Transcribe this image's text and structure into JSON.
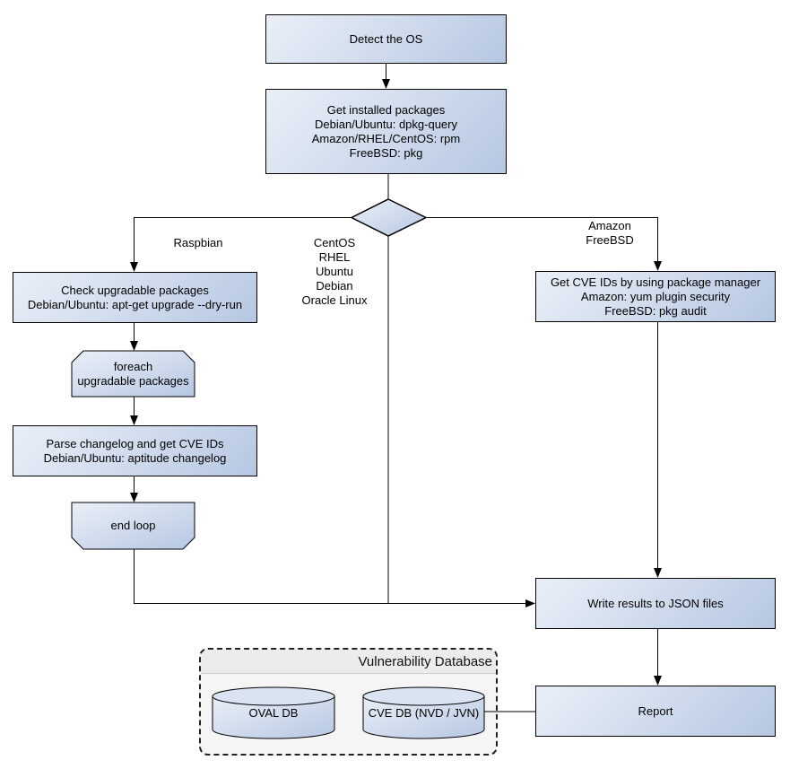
{
  "diagram": {
    "container": {
      "title": "Vulnerability Database"
    },
    "nodes": {
      "detect": {
        "lines": [
          "Detect the OS"
        ]
      },
      "get_installed": {
        "lines": [
          "Get installed packages",
          "Debian/Ubuntu: dpkg-query",
          "Amazon/RHEL/CentOS: rpm",
          "FreeBSD: pkg"
        ]
      },
      "check_upgradable": {
        "lines": [
          "Check upgradable packages",
          "Debian/Ubuntu: apt-get upgrade --dry-run"
        ]
      },
      "foreach_loop": {
        "lines": [
          "foreach",
          "upgradable packages"
        ]
      },
      "parse_changelog": {
        "lines": [
          "Parse changelog and get CVE IDs",
          "Debian/Ubuntu: aptitude changelog"
        ]
      },
      "end_loop": {
        "lines": [
          "end loop"
        ]
      },
      "get_cve": {
        "lines": [
          "Get CVE IDs by using package manager",
          "Amazon: yum plugin security",
          "FreeBSD: pkg audit"
        ]
      },
      "write_results": {
        "lines": [
          "Write results to JSON files"
        ]
      },
      "report": {
        "lines": [
          "Report"
        ]
      },
      "oval_db": {
        "label": "OVAL DB"
      },
      "cve_db": {
        "label": "CVE DB (NVD / JVN)"
      }
    },
    "edge_labels": {
      "raspbian": "Raspbian",
      "os_list": {
        "lines": [
          "CentOS",
          "RHEL",
          "Ubuntu",
          "Debian",
          "Oracle Linux"
        ]
      },
      "amazon_freebsd": {
        "lines": [
          "Amazon",
          "FreeBSD"
        ]
      }
    },
    "colors": {
      "node_fill_light": "#eaeff8",
      "node_fill_dark": "#b6c7e2",
      "node_border": "#000000",
      "connector": "#000000",
      "container_fill": "#f5f5f5",
      "container_header_fill": "#ececec",
      "container_border": "#222222",
      "cylinder_top_fill": "#d9e3f1",
      "text": "#000000"
    }
  }
}
